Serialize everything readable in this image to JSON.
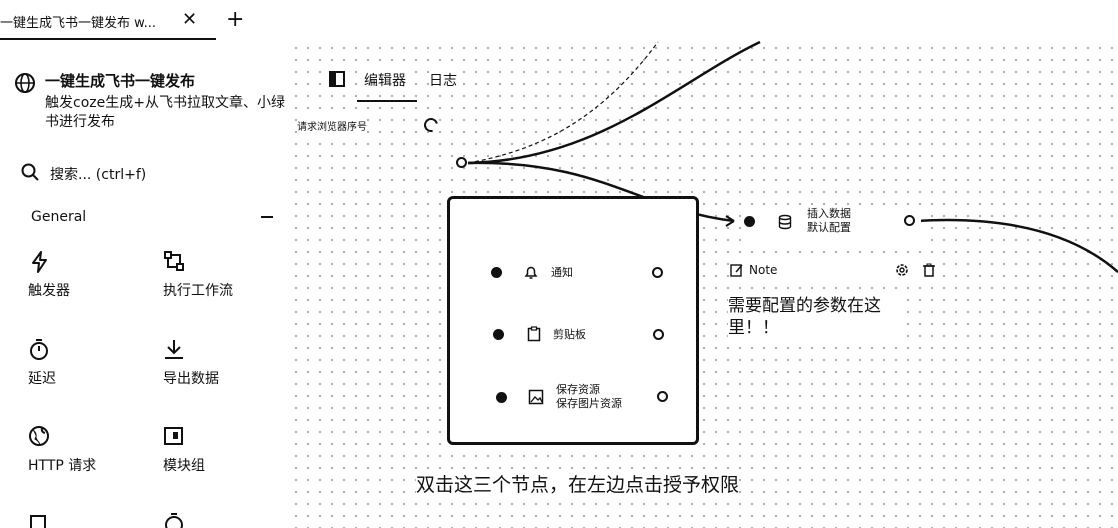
{
  "tabbar": {
    "tab_title": "一键生成飞书一键发布 w...",
    "close_glyph": "✕",
    "add_glyph": "+"
  },
  "sidebar": {
    "workflow_name": "一键生成飞书一键发布",
    "workflow_desc": "触发coze生成+从飞书拉取文章、小绿书进行发布",
    "search_placeholder": "搜索... (ctrl+f)",
    "group": "General",
    "items": [
      {
        "label": "触发器",
        "icon": "lightning-icon"
      },
      {
        "label": "执行工作流",
        "icon": "workflow-icon"
      },
      {
        "label": "延迟",
        "icon": "timer-icon"
      },
      {
        "label": "导出数据",
        "icon": "download-icon"
      },
      {
        "label": "HTTP 请求",
        "icon": "globe-icon"
      },
      {
        "label": "模块组",
        "icon": "module-icon"
      }
    ]
  },
  "editor": {
    "tabs": [
      "编辑器",
      "日志"
    ],
    "param_label": "请求浏览器序号",
    "group_nodes": [
      {
        "title": "通知",
        "icon": "bell-icon"
      },
      {
        "title": "剪贴板",
        "icon": "clipboard-icon"
      },
      {
        "title": "保存资源",
        "subtitle": "保存图片资源",
        "icon": "image-icon"
      }
    ],
    "insert_node": {
      "title": "插入数据",
      "subtitle": "默认配置",
      "icon": "database-icon"
    },
    "note": {
      "label": "Note",
      "text": "需要配置的参数在这里！！"
    },
    "caption": "双击这三个节点，在左边点击授予权限"
  }
}
